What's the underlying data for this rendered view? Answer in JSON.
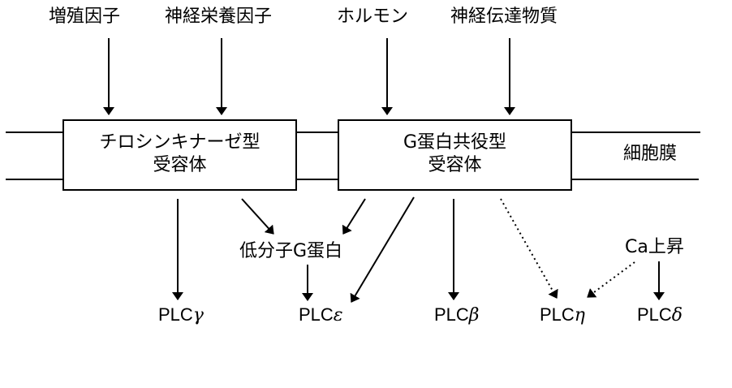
{
  "inputs": {
    "growth_factor": "増殖因子",
    "neurotrophic_factor": "神経栄養因子",
    "hormone": "ホルモン",
    "neurotransmitter": "神経伝達物質"
  },
  "receptors": {
    "rtk": {
      "line1": "チロシンキナーゼ型",
      "line2": "受容体"
    },
    "gpcr": {
      "line1": "G蛋白共役型",
      "line2": "受容体"
    }
  },
  "membrane_label": "細胞膜",
  "intermediates": {
    "small_g_protein": "低分子G蛋白",
    "ca_rise": "Ca上昇"
  },
  "effectors": {
    "plc_gamma": {
      "prefix": "PLC",
      "greek": "γ"
    },
    "plc_epsilon": {
      "prefix": "PLC",
      "greek": "ε"
    },
    "plc_beta": {
      "prefix": "PLC",
      "greek": "β"
    },
    "plc_eta": {
      "prefix": "PLC",
      "greek": "η"
    },
    "plc_delta": {
      "prefix": "PLC",
      "greek": "δ"
    }
  },
  "edges": [
    {
      "from": "増殖因子",
      "to": "チロシンキナーゼ型受容体",
      "style": "solid"
    },
    {
      "from": "神経栄養因子",
      "to": "チロシンキナーゼ型受容体",
      "style": "solid"
    },
    {
      "from": "ホルモン",
      "to": "G蛋白共役型受容体",
      "style": "solid"
    },
    {
      "from": "神経伝達物質",
      "to": "G蛋白共役型受容体",
      "style": "solid"
    },
    {
      "from": "チロシンキナーゼ型受容体",
      "to": "PLCγ",
      "style": "solid"
    },
    {
      "from": "チロシンキナーゼ型受容体",
      "to": "低分子G蛋白",
      "style": "solid"
    },
    {
      "from": "G蛋白共役型受容体",
      "to": "低分子G蛋白",
      "style": "solid"
    },
    {
      "from": "低分子G蛋白",
      "to": "PLCε",
      "style": "solid"
    },
    {
      "from": "G蛋白共役型受容体",
      "to": "PLCε",
      "style": "solid"
    },
    {
      "from": "G蛋白共役型受容体",
      "to": "PLCβ",
      "style": "solid"
    },
    {
      "from": "G蛋白共役型受容体",
      "to": "PLCη",
      "style": "dotted"
    },
    {
      "from": "Ca上昇",
      "to": "PLCη",
      "style": "dotted"
    },
    {
      "from": "Ca上昇",
      "to": "PLCδ",
      "style": "solid"
    }
  ]
}
